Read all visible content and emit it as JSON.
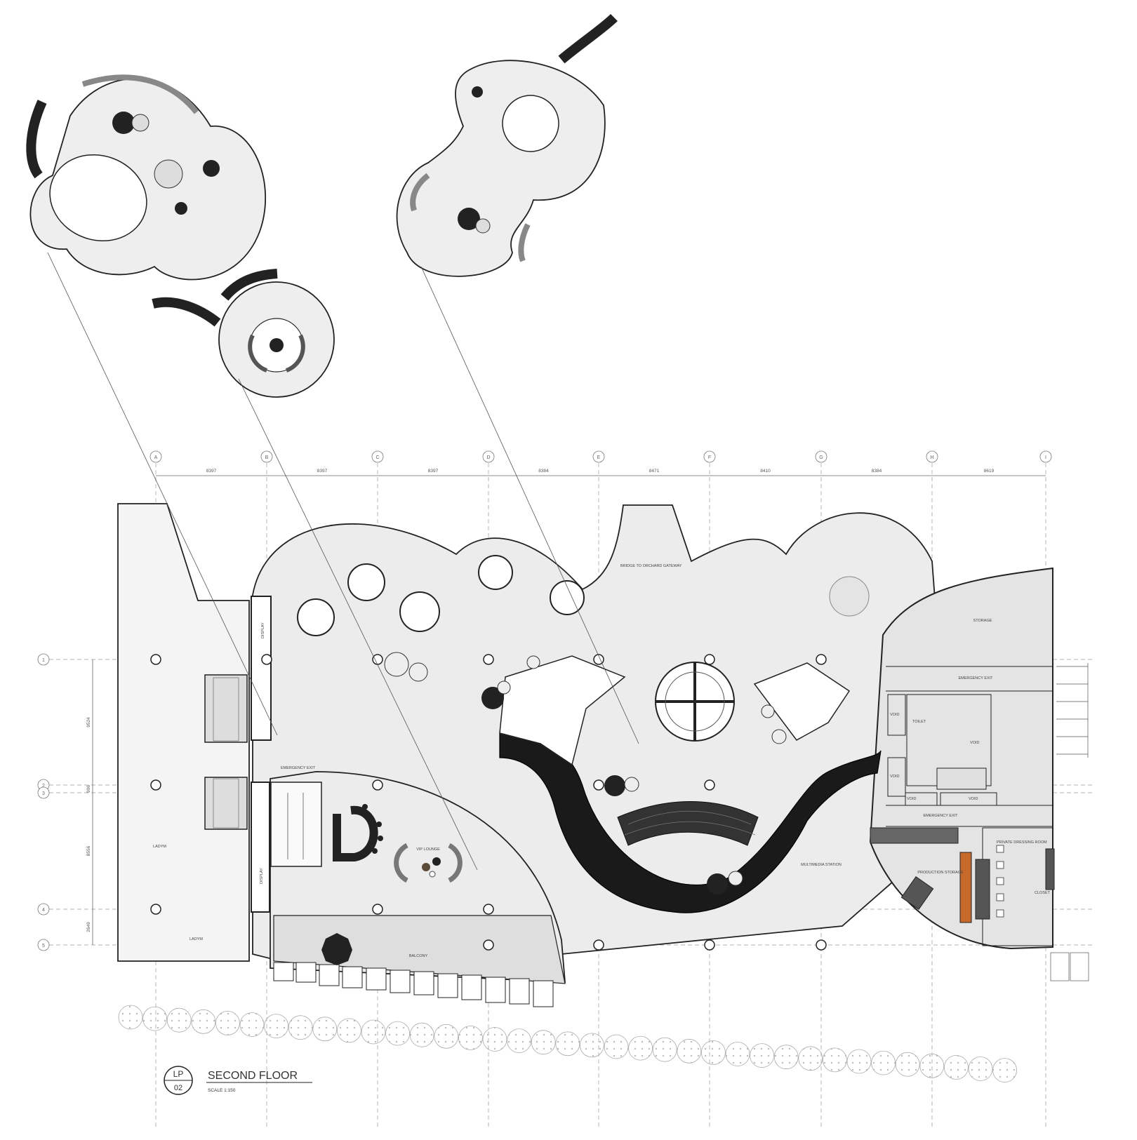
{
  "drawing": {
    "title": "SECOND FLOOR",
    "scale": "SCALE 1:150",
    "badge_code": "LP",
    "badge_number": "02"
  },
  "grid": {
    "columns": [
      "A",
      "B",
      "C",
      "D",
      "E",
      "F",
      "G",
      "H",
      "I"
    ],
    "column_dims": [
      "8397",
      "8397",
      "8397",
      "8384",
      "8471",
      "8410",
      "8384",
      "8619"
    ],
    "rows": [
      "1",
      "2",
      "3",
      "4",
      "5"
    ],
    "row_dims": [
      "9524",
      "906",
      "8556",
      "2649"
    ]
  },
  "rooms": {
    "display_upper": "DISPLAY",
    "display_lower": "DISPLAY",
    "emergency_exit_left": "EMERGENCY EXIT",
    "bridge": "BRIDGE TO ORCHARD GATEWAY",
    "vip_lounge": "VIP LOUNGE",
    "balcony": "BALCONY",
    "ladym_upper": "LADYM",
    "ladym_lower": "LADYM",
    "multimedia": "MULTIMEDIA STATION",
    "storage": "STORAGE",
    "emergency_exit_top": "EMERGENCY EXIT",
    "emergency_exit_mid": "EMERGENCY EXIT",
    "toilet": "TOILET",
    "void_1": "VOID",
    "void_2": "VOID",
    "void_3": "VOID",
    "void_4": "VOID",
    "void_5": "VOID",
    "production_storage": "PRODUCTION STORAGE",
    "private_dressing": "PRIVATE DRESSING ROOM",
    "closet": "CLOSET"
  },
  "colors": {
    "line": "#222222",
    "floor": "#ececec",
    "grid": "#9a9a9a",
    "accent": "#c8692c",
    "dark": "#1a1a1a"
  }
}
